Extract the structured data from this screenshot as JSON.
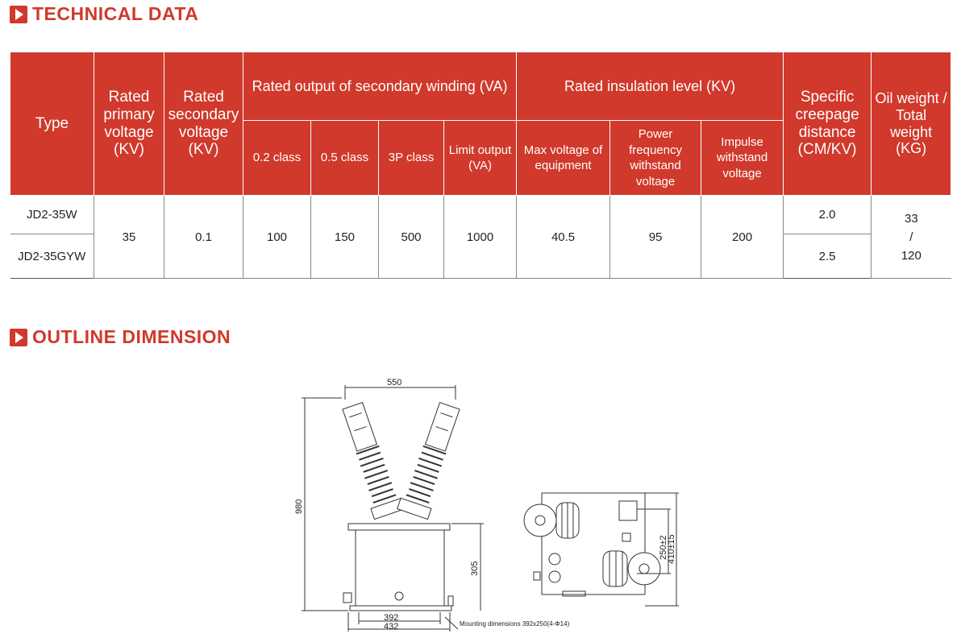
{
  "sections": {
    "technical_title": "TECHNICAL DATA",
    "outline_title": "OUTLINE DIMENSION"
  },
  "colors": {
    "accent": "#d0392b"
  },
  "icons": {
    "section_marker": "play-triangle-icon"
  },
  "table": {
    "headers": {
      "type": "Type",
      "rated_primary": "Rated primary voltage (KV)",
      "rated_secondary": "Rated secondary voltage (KV)",
      "rated_output": "Rated output of secondary winding (VA)",
      "rated_insulation": "Rated insulation level (KV)",
      "specific_creepage": "Specific creepage distance (CM/KV)",
      "weight": "Oil weight / Total weight (KG)",
      "class_02": "0.2 class",
      "class_05": "0.5 class",
      "class_3p": "3P class",
      "limit_output": "Limit output (VA)",
      "max_voltage": "Max voltage of equipment",
      "power_frequency": "Power frequency withstand voltage",
      "impulse": "Impulse withstand voltage"
    },
    "rows": [
      {
        "type": "JD2-35W",
        "creepage": "2.0"
      },
      {
        "type": "JD2-35GYW",
        "creepage": "2.5"
      }
    ],
    "shared": {
      "primary": "35",
      "secondary": "0.1",
      "class_02": "100",
      "class_05": "150",
      "class_3p": "500",
      "limit": "1000",
      "max_voltage": "40.5",
      "power_frequency": "95",
      "impulse": "200",
      "oil_weight": "33",
      "weight_sep": "/",
      "total_weight": "120"
    }
  },
  "drawing": {
    "dim_top": "550",
    "dim_height": "980",
    "dim_tank": "305",
    "dim_base_inner": "392",
    "dim_base_outer": "432",
    "dim_side_inner": "250±2",
    "dim_side_outer": "410±15",
    "mounting_note": "Mounting dimensions 392x250(4-Φ14)"
  }
}
